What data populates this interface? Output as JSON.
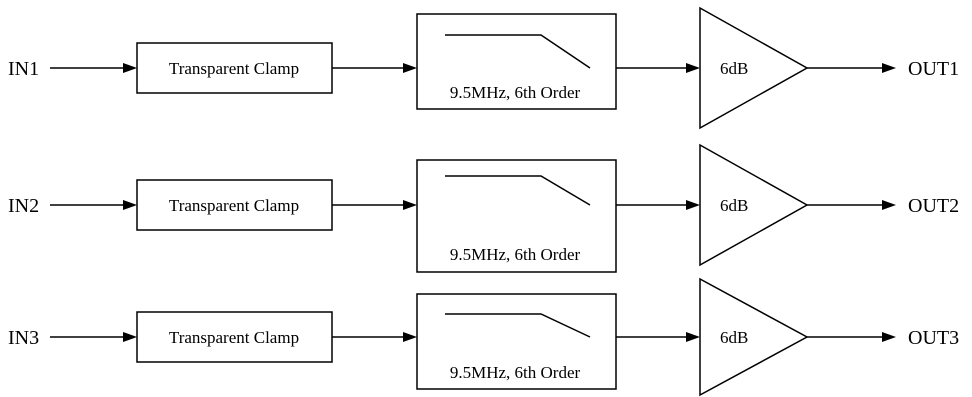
{
  "diagram": {
    "channels": [
      {
        "input_label": "IN1",
        "clamp_label": "Transparent Clamp",
        "filter_label": "9.5MHz, 6th Order",
        "amp_label": "6dB",
        "output_label": "OUT1"
      },
      {
        "input_label": "IN2",
        "clamp_label": "Transparent Clamp",
        "filter_label": "9.5MHz, 6th Order",
        "amp_label": "6dB",
        "output_label": "OUT2"
      },
      {
        "input_label": "IN3",
        "clamp_label": "Transparent Clamp",
        "filter_label": "9.5MHz, 6th Order",
        "amp_label": "6dB",
        "output_label": "OUT3"
      }
    ],
    "line_color": "#000000",
    "background_color": "#ffffff"
  }
}
